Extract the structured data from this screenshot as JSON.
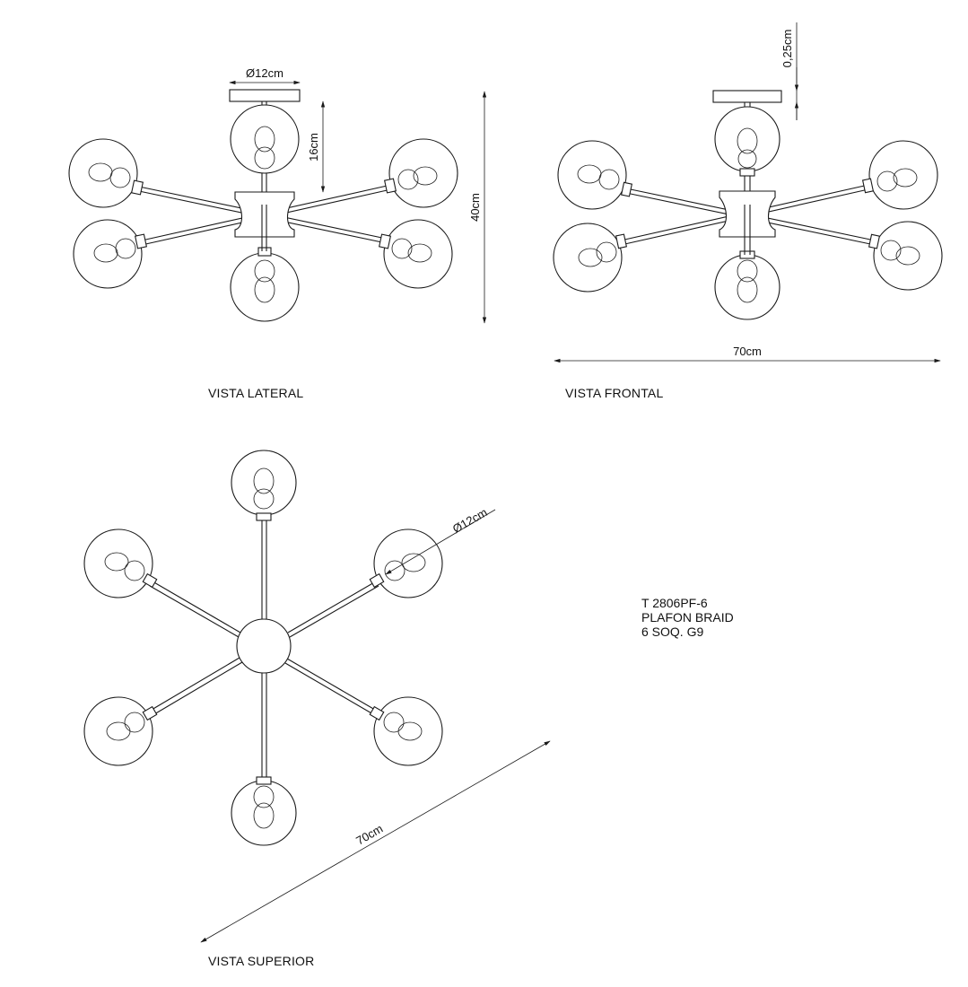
{
  "views": {
    "lateral": {
      "caption": "VISTA LATERAL",
      "dim_diameter": "Ø12cm",
      "dim_arm": "16cm",
      "dim_height": "40cm"
    },
    "frontal": {
      "caption": "VISTA FRONTAL",
      "dim_canopy": "0,25cm",
      "dim_width": "70cm"
    },
    "superior": {
      "caption": "VISTA SUPERIOR",
      "dim_diameter": "Ø12cm",
      "dim_width": "70cm"
    }
  },
  "product": {
    "code": "T 2806PF-6",
    "name": "PLAFON BRAID",
    "sockets": "6 SOQ. G9"
  }
}
